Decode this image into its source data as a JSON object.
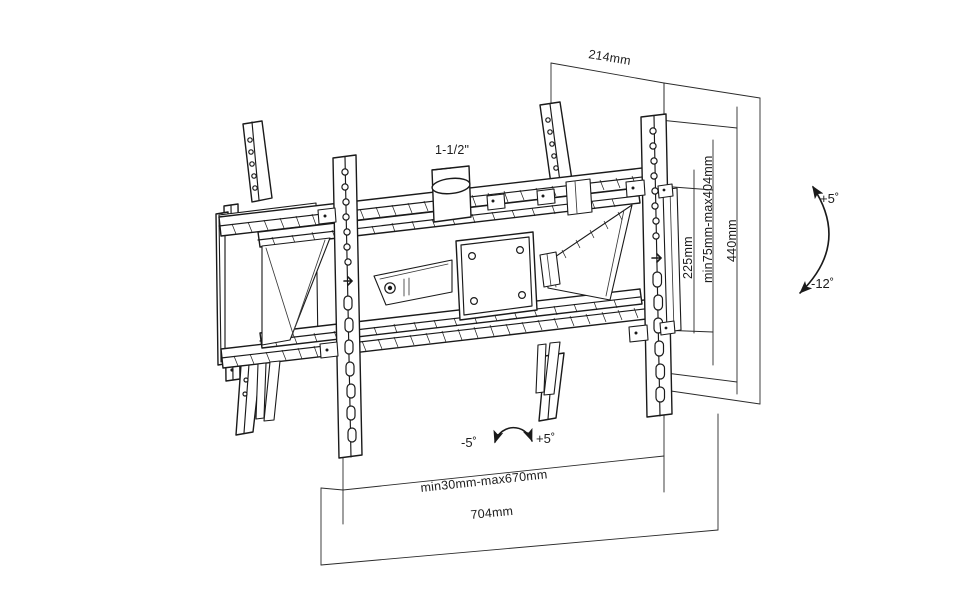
{
  "diagram": {
    "title": "TV Wall Mount Bracket Technical Drawing",
    "background_color": "#ffffff",
    "line_color": "#1a1a1a",
    "dimensions": {
      "pipe_size": "1-1/2\"",
      "depth_top": "214mm",
      "vesa_height": "225mm",
      "vesa_height_range": "min75mm-max404mm",
      "plate_height": "440mm",
      "width_range": "min30mm-max670mm",
      "overall_width": "704mm"
    },
    "angles": {
      "tilt_up": "+5˚",
      "tilt_down": "-12˚",
      "swivel_left": "-5˚",
      "swivel_right": "+5˚"
    }
  }
}
